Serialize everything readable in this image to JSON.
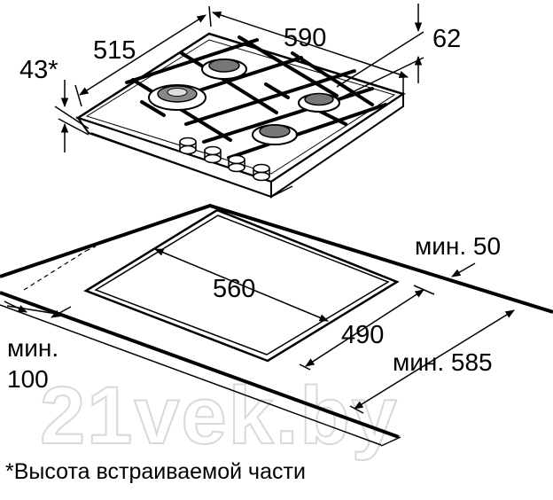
{
  "dimensions": {
    "hob_depth": "515",
    "hob_width": "590",
    "hob_height": "62",
    "built_in_height": "43*",
    "cutout_width": "560",
    "cutout_depth": "490",
    "min_rear": "мин. 50",
    "min_depth": "мин. 585",
    "min_front_line1": "мин.",
    "min_front_line2": "100"
  },
  "footnote": "*Высота встраиваемой части",
  "watermark": "21vek.by"
}
